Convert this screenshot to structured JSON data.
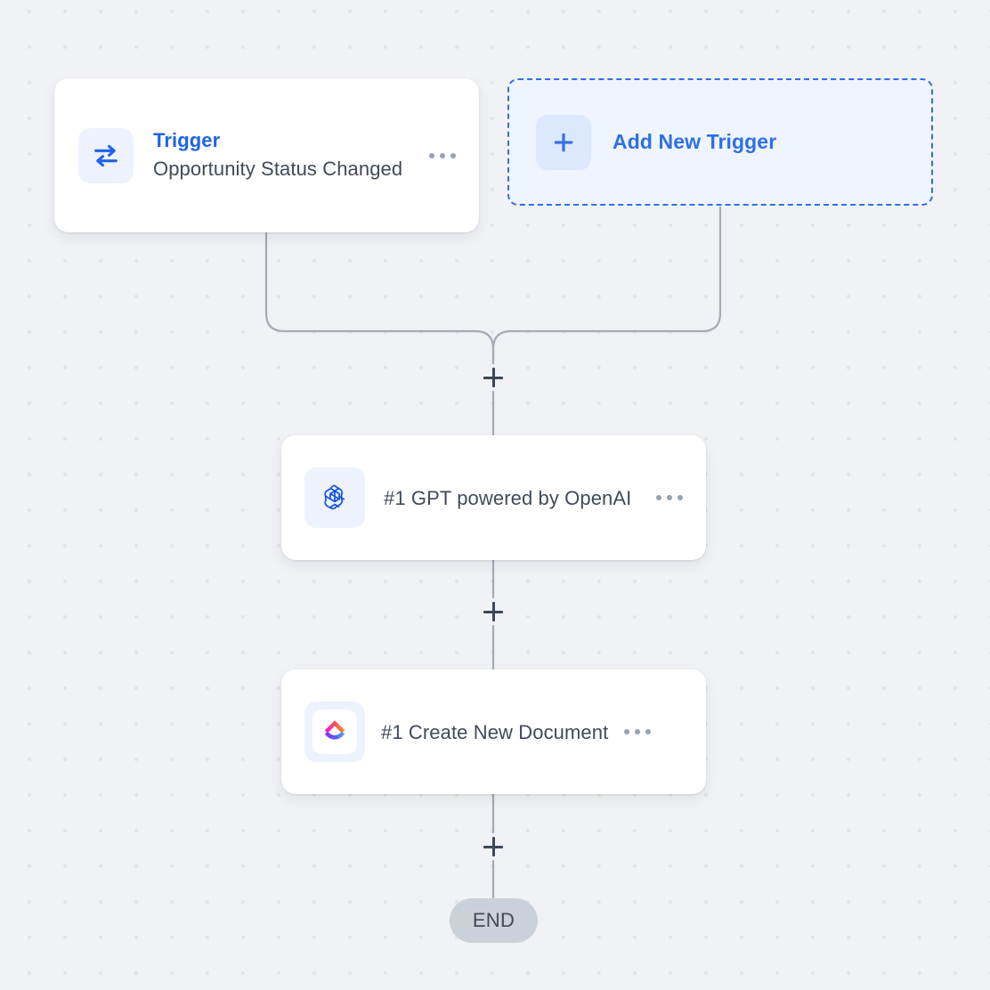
{
  "canvas": {
    "background_color": "#f1f2f5",
    "dot_color": "#e2e4e7",
    "accent_color": "#1f63e8",
    "edge_color": "#a6abb5"
  },
  "nodes": {
    "trigger": {
      "kicker": "Trigger",
      "label": "Opportunity Status Changed",
      "icon": "transfer-arrows-icon",
      "menu": "more-options"
    },
    "add_trigger": {
      "label": "Add New Trigger",
      "icon": "plus-icon",
      "accent_color": "#2f6fe4",
      "fill_color": "#eff5fe"
    },
    "gpt": {
      "label": "#1 GPT powered by OpenAI",
      "icon": "openai-icon",
      "menu": "more-options"
    },
    "document": {
      "label": "#1 Create New Document",
      "icon": "clickup-icon",
      "menu": "more-options"
    },
    "end": {
      "label": "END"
    }
  },
  "handles": [
    {
      "name": "add-step-after-triggers",
      "icon": "plus-icon"
    },
    {
      "name": "add-step-after-gpt",
      "icon": "plus-icon"
    },
    {
      "name": "add-step-after-document",
      "icon": "plus-icon"
    }
  ]
}
